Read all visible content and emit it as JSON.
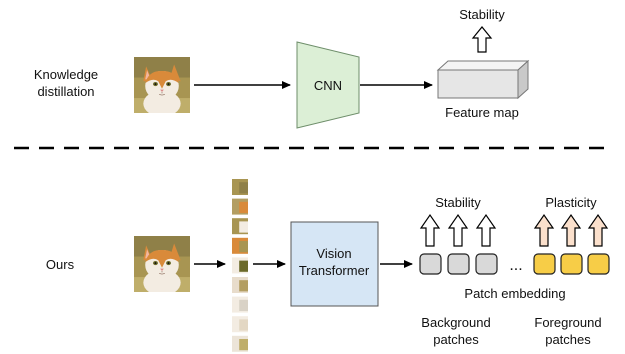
{
  "top": {
    "method_label_line1": "Knowledge",
    "method_label_line2": "distillation",
    "encoder_label": "CNN",
    "output_label": "Feature map",
    "property_label": "Stability"
  },
  "divider": "dashed",
  "bottom": {
    "method_label": "Ours",
    "encoder_label_line1": "Vision",
    "encoder_label_line2": "Transformer",
    "ellipsis": "...",
    "stability_label": "Stability",
    "plasticity_label": "Plasticity",
    "embedding_label": "Patch embedding",
    "background_label_line1": "Background",
    "background_label_line2": "patches",
    "foreground_label_line1": "Foreground",
    "foreground_label_line2": "patches",
    "patch_count": 9,
    "background_patch_count": 3,
    "foreground_patch_count": 3
  },
  "colors": {
    "cnn_fill": "#dcefd6",
    "vit_fill": "#d6e6f5",
    "background_patch": "#d9d9d9",
    "foreground_patch": "#f7cd47",
    "stability_arrow": "#ffffff",
    "plasticity_arrow": "#fbe0cc",
    "cat_orange": "#d98a3a",
    "cat_white": "#f3ece2",
    "photo_bg": "#a89552"
  },
  "icons": [
    "cat-image",
    "up-arrow-icon",
    "right-arrow-icon",
    "image-patch"
  ]
}
